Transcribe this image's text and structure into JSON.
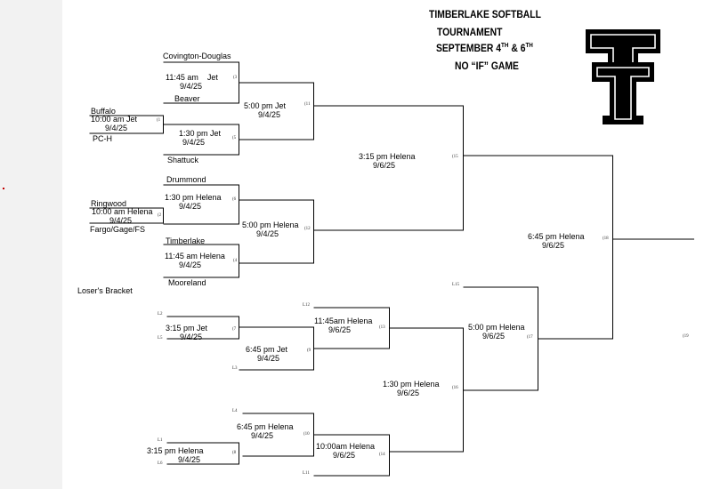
{
  "title": {
    "line1": "TIMBERLAKE SOFTBALL",
    "line2": "TOURNAMENT",
    "line3_pre": "SEPTEMBER 4",
    "line3_sup1": "TH",
    "line3_mid": " & 6",
    "line3_sup2": "TH",
    "line4": "NO “IF” GAME"
  },
  "logo": {
    "name": "TT-logo",
    "color": "#000000"
  },
  "teams": {
    "covington": "Covington-Douglas",
    "beaver": "Beaver",
    "buffalo": "Buffalo",
    "pch": "PC-H",
    "shattuck": "Shattuck",
    "drummond": "Drummond",
    "ringwood": "Ringwood",
    "fargo": "Fargo/Gage/FS",
    "timberlake": "Timberlake",
    "mooreland": "Mooreland"
  },
  "losers_bracket_label": "Loser's Bracket",
  "games": {
    "g1": {
      "time": "10:00 am  Jet",
      "date": "9/4/25",
      "tag": "(1"
    },
    "g2": {
      "time": "10:00 am Helena",
      "date": "9/4/25",
      "tag": "(2"
    },
    "g3": {
      "time": "11:45 am",
      "venue": "Jet",
      "date": "9/4/25",
      "tag": "(3"
    },
    "g4": {
      "time": "11:45 am Helena",
      "date": "9/4/25",
      "tag": "(4"
    },
    "g5": {
      "time": "1:30 pm  Jet",
      "date": "9/4/25",
      "tag": "(5"
    },
    "g6": {
      "time": "1:30 pm Helena",
      "date": "9/4/25",
      "tag": "(6"
    },
    "g7": {
      "time": "3:15 pm    Jet",
      "date": "9/4/25",
      "tag": "(7"
    },
    "g8": {
      "time": "3:15 pm   Helena",
      "date": "9/4/25",
      "tag": "(8"
    },
    "g9": {
      "time": "6:45 pm    Jet",
      "date": "9/4/25",
      "tag": "(9"
    },
    "g10": {
      "time": "6:45 pm Helena",
      "date": "9/4/25",
      "tag": "(10"
    },
    "g11": {
      "time": "5:00 pm  Jet",
      "date": "9/4/25",
      "tag": "(11"
    },
    "g12": {
      "time": "5:00 pm Helena",
      "date": "9/4/25",
      "tag": "(12"
    },
    "g13": {
      "time": "11:45am  Helena",
      "date": "9/6/25",
      "tag": "(13"
    },
    "g14": {
      "time": "10:00am  Helena",
      "date": "9/6/25",
      "tag": "(14"
    },
    "g15": {
      "time": "3:15 pm  Helena",
      "date": "9/6/25",
      "tag": "(15"
    },
    "g16": {
      "time": "1:30 pm Helena",
      "date": "9/6/25",
      "tag": "(16"
    },
    "g17": {
      "time": "5:00 pm Helena",
      "date": "9/6/25",
      "tag": "(17"
    },
    "g18": {
      "time": "6:45 pm Helena",
      "date": "9/6/25",
      "tag": "(18"
    },
    "g19": {
      "tag": "(19"
    }
  },
  "loser_tags": {
    "l1": "L1",
    "l2": "L2",
    "l3": "L3",
    "l4": "L4",
    "l5": "L5",
    "l6": "L6",
    "l11": "L11",
    "l12": "L12",
    "l15": "L15"
  }
}
